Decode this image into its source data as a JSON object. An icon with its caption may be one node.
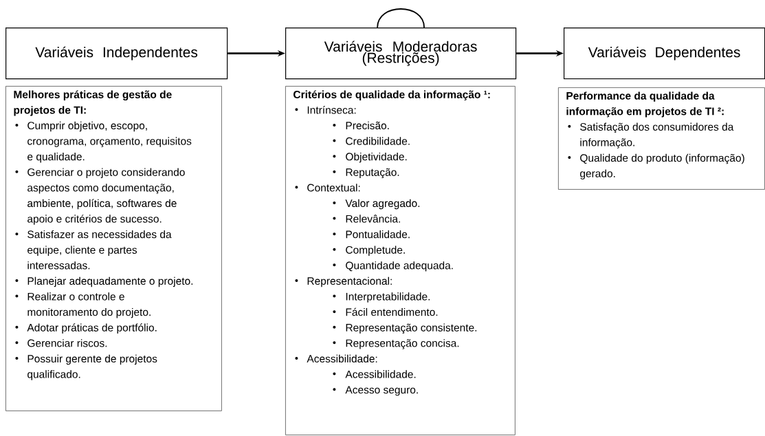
{
  "diagram": {
    "nodes": [
      {
        "text": [
          "Variáveis Independentes"
        ]
      },
      {
        "text": [
          "Variáveis Moderadoras (Restrições)"
        ]
      },
      {
        "text": [
          "Variáveis Dependentes"
        ]
      },
      {
        "text": [
          "Melhores práticas de gestão de projetos de TI:",
          "Cumprir objetivo, escopo, cronograma, orçamento, requisitos e qualidade.",
          "Gerenciar o projeto considerando aspectos como documentação, ambiente, política, softwares de apoio e critérios de sucesso.",
          "Satisfazer as necessidades da equipe, cliente e partes interessadas.",
          "Planejar adequadamente o projeto.",
          "Realizar o controle e monitoramento do projeto.",
          "Adotar práticas de portfólio.",
          "Gerenciar riscos.",
          "Possuir gerente de projetos qualificado."
        ]
      },
      {
        "text": [
          "Critérios de qualidade da informação ¹:",
          "Intrínseca:",
          "Precisão.",
          "Credibilidade.",
          "Objetividade.",
          "Reputação.",
          "Contextual:",
          "Valor agregado.",
          "Relevância.",
          "Pontualidade.",
          "Completude.",
          "Quantidade adequada.",
          "Representacional:",
          "Interpretabilidade.",
          "Fácil entendimento.",
          "Representação consistente.",
          "Representação concisa.",
          "Acessibilidade:",
          "Acessibilidade.",
          "Acesso seguro."
        ]
      },
      {
        "text": [
          "Performance da qualidade da informação em projetos de TI ²:",
          "Satisfação dos consumidores da informação.",
          "Qualidade do produto (informação) gerado."
        ]
      }
    ],
    "edges": [
      {
        "from": 0,
        "to": 1,
        "arrow": "to"
      },
      {
        "from": 1,
        "to": 2,
        "arrow": "to"
      },
      {
        "from": 1,
        "to": 1,
        "arrow": "none"
      }
    ]
  }
}
